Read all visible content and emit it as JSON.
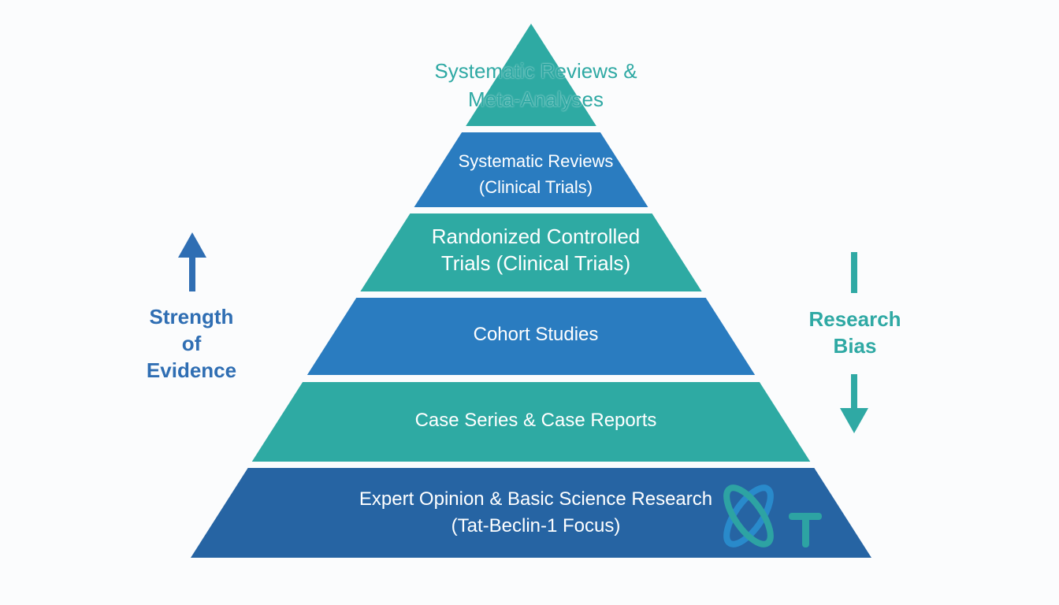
{
  "title": "Evidence Pyramid",
  "colors": {
    "teal": "#2eaaa3",
    "blue": "#2a7cc0",
    "dark_blue": "#2664a3",
    "strength_text": "#2f6eb3",
    "bias_text": "#2fa9a4"
  },
  "tiers": [
    {
      "lines": [
        "Systematic Reviews &",
        "Meta-Analyses"
      ],
      "color_key": "teal",
      "level": 1
    },
    {
      "lines": [
        "Systematic Reviews",
        "(Clinical Trials)"
      ],
      "color_key": "blue",
      "level": 2
    },
    {
      "lines": [
        "Randonized Controlled",
        "Trials (Clinical Trials)"
      ],
      "color_key": "teal",
      "level": 3
    },
    {
      "lines": [
        "Cohort Studies"
      ],
      "color_key": "blue",
      "level": 4
    },
    {
      "lines": [
        "Case Series & Case Reports"
      ],
      "color_key": "teal",
      "level": 5
    },
    {
      "lines": [
        "Expert Opinion & Basic Science Research",
        "(Tat-Beclin-1 Focus)"
      ],
      "color_key": "dark_blue",
      "level": 6
    }
  ],
  "left_axis": {
    "label_lines": [
      "Strength",
      "of",
      "Evidence"
    ],
    "direction": "up",
    "icon": "arrow-up-icon"
  },
  "right_axis": {
    "label_lines": [
      "Research",
      "Bias"
    ],
    "direction": "down",
    "icon": "arrow-down-icon"
  },
  "logo": {
    "icon": "xt-logo-icon",
    "letter": "T"
  }
}
